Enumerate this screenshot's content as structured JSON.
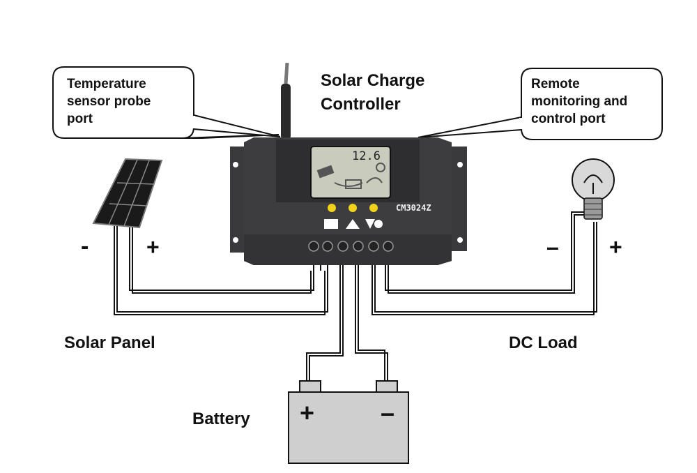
{
  "title": {
    "line1": "Solar Charge",
    "line2": "Controller"
  },
  "callouts": {
    "temperature": [
      "Temperature",
      "sensor probe",
      "port"
    ],
    "remote": [
      "Remote",
      "monitoring and",
      "control port"
    ]
  },
  "labels": {
    "solar_panel": "Solar Panel",
    "dc_load": "DC Load",
    "battery": "Battery"
  },
  "signs": {
    "panel_minus": "-",
    "panel_plus": "+",
    "load_minus": "–",
    "load_plus": "+",
    "battery_plus": "+",
    "battery_minus": "–"
  },
  "controller": {
    "model": "CM3024Z",
    "lcd_value": "12.6"
  },
  "colors": {
    "body": "#3b3b3d",
    "lcd": "#c9ccbc",
    "led": "#f2d11a",
    "battery": "#cfcfcf",
    "wire": "#111111"
  },
  "icons": [
    "solar-panel-icon",
    "light-bulb-icon",
    "battery-icon",
    "charge-controller-icon"
  ]
}
